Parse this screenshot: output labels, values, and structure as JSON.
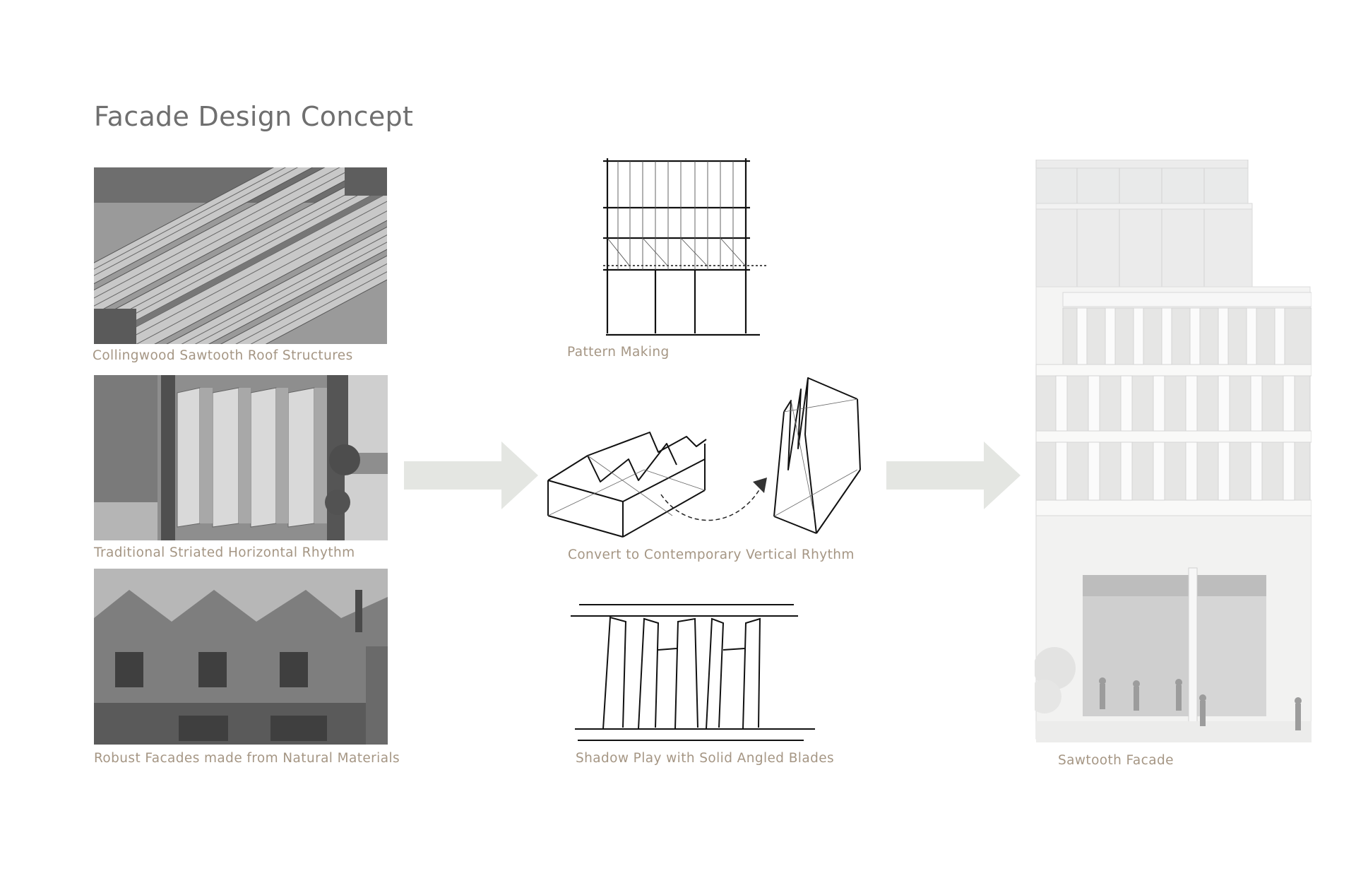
{
  "title": "Facade Design Concept",
  "captions": {
    "collingwood": "Collingwood Sawtooth Roof Structures",
    "traditional": "Traditional Striated Horizontal Rhythm",
    "robust": "Robust Facades made from Natural Materials",
    "pattern": "Pattern Making",
    "convert": "Convert to Contemporary Vertical Rhythm",
    "shadow": "Shadow Play with Solid Angled Blades",
    "sawtooth": "Sawtooth Facade"
  },
  "colors": {
    "caption": "#a59684",
    "title": "#6f6f6f",
    "arrow": "#e4e6e2"
  }
}
